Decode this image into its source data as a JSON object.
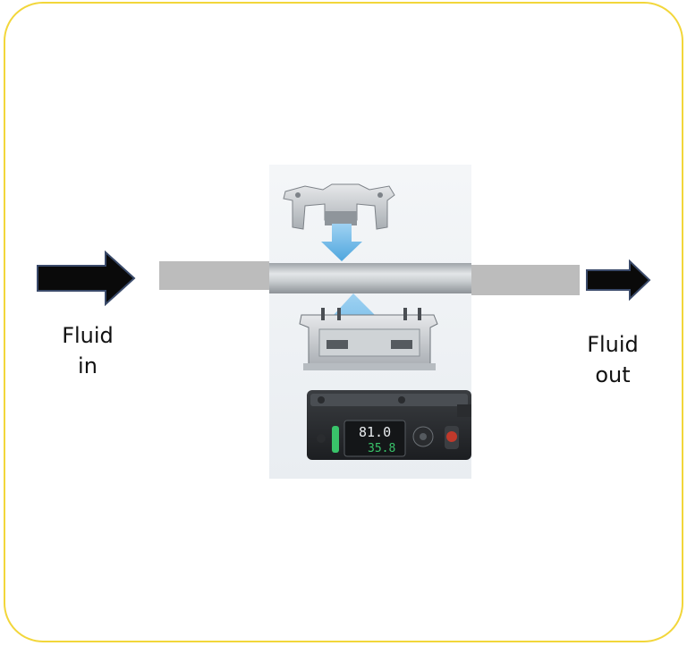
{
  "labels": {
    "fluid_in": "Fluid\nin",
    "fluid_out": "Fluid\nout"
  },
  "device": {
    "reading_main": "81.0",
    "reading_secondary": "35.8"
  },
  "colors": {
    "border": "#f2d63a",
    "arrow_fill": "#0a0a0a",
    "arrow_stroke": "#3a4a6a",
    "pipe_gray": "#bcbcbc",
    "flow_arrow_blue": "#6cb6e6",
    "display_green": "#39c36a"
  },
  "icons": [
    "arrow-right-icon",
    "down-arrow-icon",
    "up-arrow-icon"
  ]
}
